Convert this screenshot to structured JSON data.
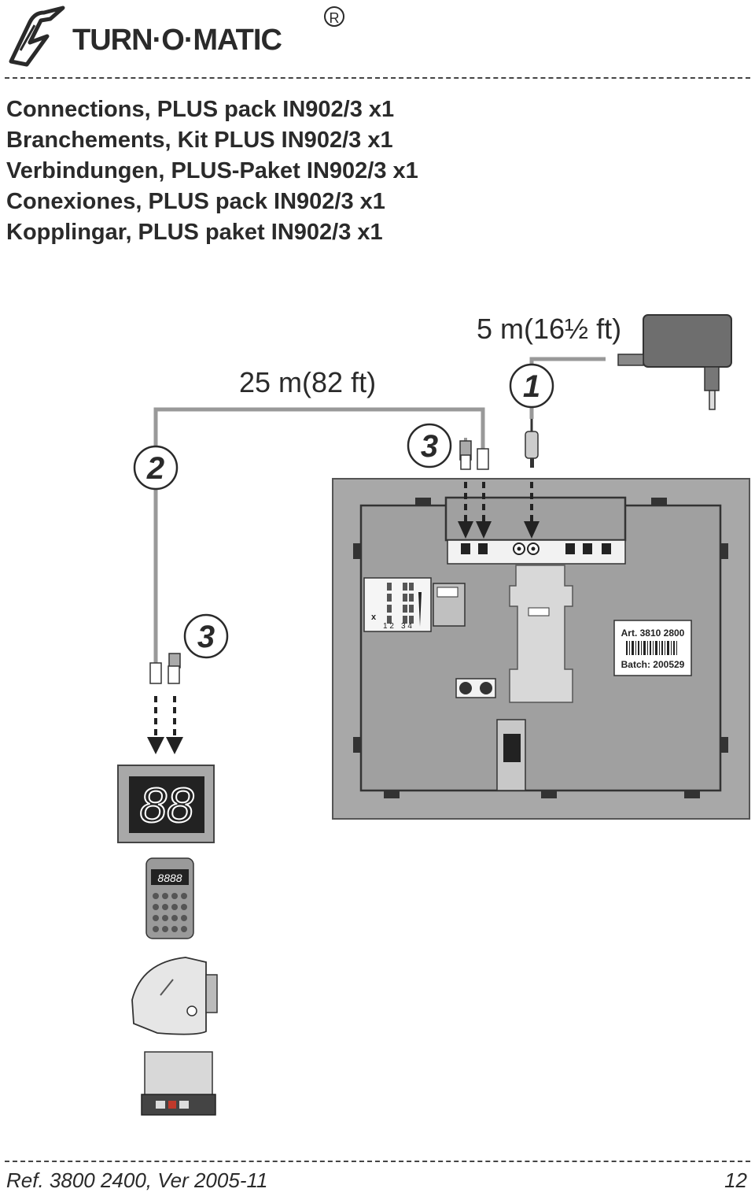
{
  "header": {
    "brand_name": "TURN·O·MATIC",
    "registered_mark": "R"
  },
  "titles": [
    "Connections, PLUS pack IN902/3 x1",
    "Branchements, Kit PLUS IN902/3 x1",
    "Verbindungen, PLUS-Paket IN902/3 x1",
    "Conexiones,  PLUS pack IN902/3 x1",
    "Kopplingar, PLUS paket IN902/3 x1"
  ],
  "diagram": {
    "cable_length_power": "5 m(16½ ft)",
    "cable_length_display": "25 m(82 ft)",
    "callout_1": "1",
    "callout_2": "2",
    "callout_3a": "3",
    "callout_3b": "3",
    "dip_numbers_left": "1 2",
    "dip_numbers_right": "3 4",
    "dip_row_x": "x",
    "art_label": "Art. 3810 2800",
    "batch_label": "Batch: 200529",
    "display_digits": "88",
    "remote_digits": "8888"
  },
  "footer": {
    "ref": "Ref. 3800 2400, Ver 2005-11",
    "page_number": "12"
  }
}
